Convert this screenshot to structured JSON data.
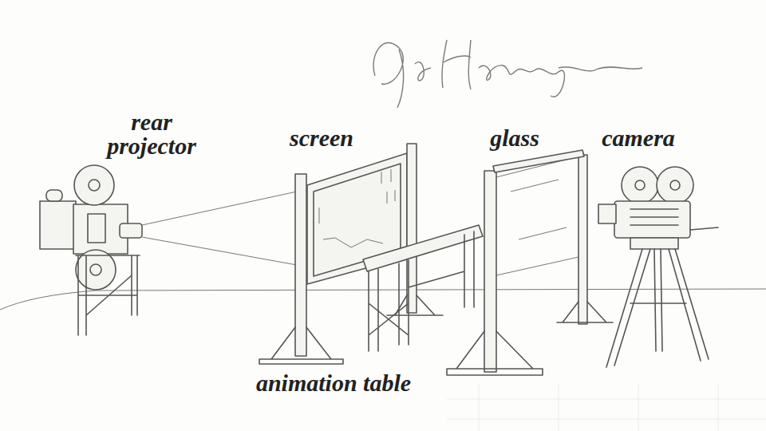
{
  "diagram": {
    "labels": [
      "rear projector",
      "screen",
      "glass",
      "camera",
      "animation table"
    ]
  }
}
